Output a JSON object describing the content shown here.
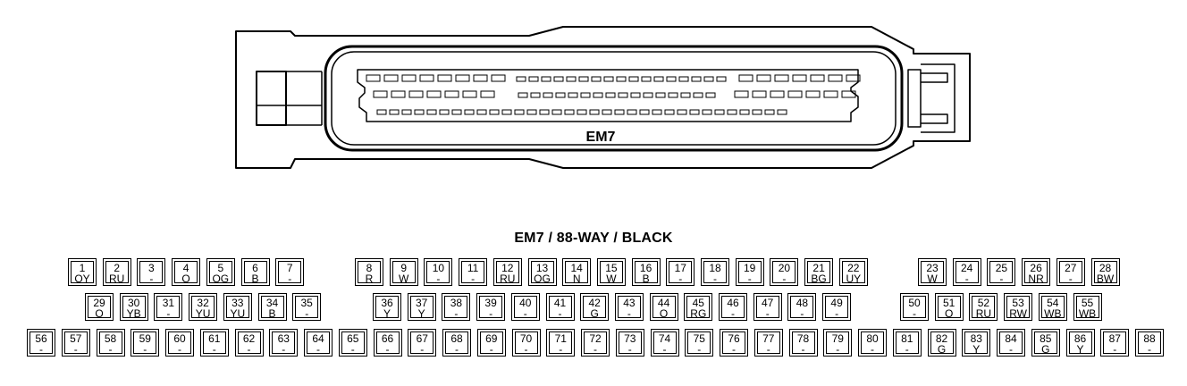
{
  "connector": {
    "label": "EM7",
    "title": "EM7 / 88-WAY / BLACK"
  },
  "pins": {
    "row1": [
      {
        "num": "1",
        "color": "OY"
      },
      {
        "num": "2",
        "color": "RU"
      },
      {
        "num": "3",
        "color": "-"
      },
      {
        "num": "4",
        "color": "O"
      },
      {
        "num": "5",
        "color": "OG"
      },
      {
        "num": "6",
        "color": "B"
      },
      {
        "num": "7",
        "color": "-"
      },
      {
        "num": "8",
        "color": "R"
      },
      {
        "num": "9",
        "color": "W"
      },
      {
        "num": "10",
        "color": "-"
      },
      {
        "num": "11",
        "color": "-"
      },
      {
        "num": "12",
        "color": "RU"
      },
      {
        "num": "13",
        "color": "OG"
      },
      {
        "num": "14",
        "color": "N"
      },
      {
        "num": "15",
        "color": "W"
      },
      {
        "num": "16",
        "color": "B"
      },
      {
        "num": "17",
        "color": "-"
      },
      {
        "num": "18",
        "color": "-"
      },
      {
        "num": "19",
        "color": "-"
      },
      {
        "num": "20",
        "color": "-"
      },
      {
        "num": "21",
        "color": "BG"
      },
      {
        "num": "22",
        "color": "UY"
      },
      {
        "num": "23",
        "color": "W"
      },
      {
        "num": "24",
        "color": "-"
      },
      {
        "num": "25",
        "color": "-"
      },
      {
        "num": "26",
        "color": "NR"
      },
      {
        "num": "27",
        "color": "-"
      },
      {
        "num": "28",
        "color": "BW"
      }
    ],
    "row2": [
      {
        "num": "29",
        "color": "O"
      },
      {
        "num": "30",
        "color": "YB"
      },
      {
        "num": "31",
        "color": "-"
      },
      {
        "num": "32",
        "color": "YU"
      },
      {
        "num": "33",
        "color": "YU"
      },
      {
        "num": "34",
        "color": "B"
      },
      {
        "num": "35",
        "color": "-"
      },
      {
        "num": "36",
        "color": "Y"
      },
      {
        "num": "37",
        "color": "Y"
      },
      {
        "num": "38",
        "color": "-"
      },
      {
        "num": "39",
        "color": "-"
      },
      {
        "num": "40",
        "color": "-"
      },
      {
        "num": "41",
        "color": "-"
      },
      {
        "num": "42",
        "color": "G"
      },
      {
        "num": "43",
        "color": "-"
      },
      {
        "num": "44",
        "color": "O"
      },
      {
        "num": "45",
        "color": "RG"
      },
      {
        "num": "46",
        "color": "-"
      },
      {
        "num": "47",
        "color": "-"
      },
      {
        "num": "48",
        "color": "-"
      },
      {
        "num": "49",
        "color": "-"
      },
      {
        "num": "50",
        "color": "-"
      },
      {
        "num": "51",
        "color": "O"
      },
      {
        "num": "52",
        "color": "RU"
      },
      {
        "num": "53",
        "color": "RW"
      },
      {
        "num": "54",
        "color": "WB"
      },
      {
        "num": "55",
        "color": "WB"
      }
    ],
    "row3": [
      {
        "num": "56",
        "color": "-"
      },
      {
        "num": "57",
        "color": "-"
      },
      {
        "num": "58",
        "color": "-"
      },
      {
        "num": "59",
        "color": "-"
      },
      {
        "num": "60",
        "color": "-"
      },
      {
        "num": "61",
        "color": "-"
      },
      {
        "num": "62",
        "color": "-"
      },
      {
        "num": "63",
        "color": "-"
      },
      {
        "num": "64",
        "color": "-"
      },
      {
        "num": "65",
        "color": "-"
      },
      {
        "num": "66",
        "color": "-"
      },
      {
        "num": "67",
        "color": "-"
      },
      {
        "num": "68",
        "color": "-"
      },
      {
        "num": "69",
        "color": "-"
      },
      {
        "num": "70",
        "color": "-"
      },
      {
        "num": "71",
        "color": "-"
      },
      {
        "num": "72",
        "color": "-"
      },
      {
        "num": "73",
        "color": "-"
      },
      {
        "num": "74",
        "color": "-"
      },
      {
        "num": "75",
        "color": "-"
      },
      {
        "num": "76",
        "color": "-"
      },
      {
        "num": "77",
        "color": "-"
      },
      {
        "num": "78",
        "color": "-"
      },
      {
        "num": "79",
        "color": "-"
      },
      {
        "num": "80",
        "color": "-"
      },
      {
        "num": "81",
        "color": "-"
      },
      {
        "num": "82",
        "color": "G"
      },
      {
        "num": "83",
        "color": "Y"
      },
      {
        "num": "84",
        "color": "-"
      },
      {
        "num": "85",
        "color": "G"
      },
      {
        "num": "86",
        "color": "Y"
      },
      {
        "num": "87",
        "color": "-"
      },
      {
        "num": "88",
        "color": "-"
      }
    ]
  }
}
